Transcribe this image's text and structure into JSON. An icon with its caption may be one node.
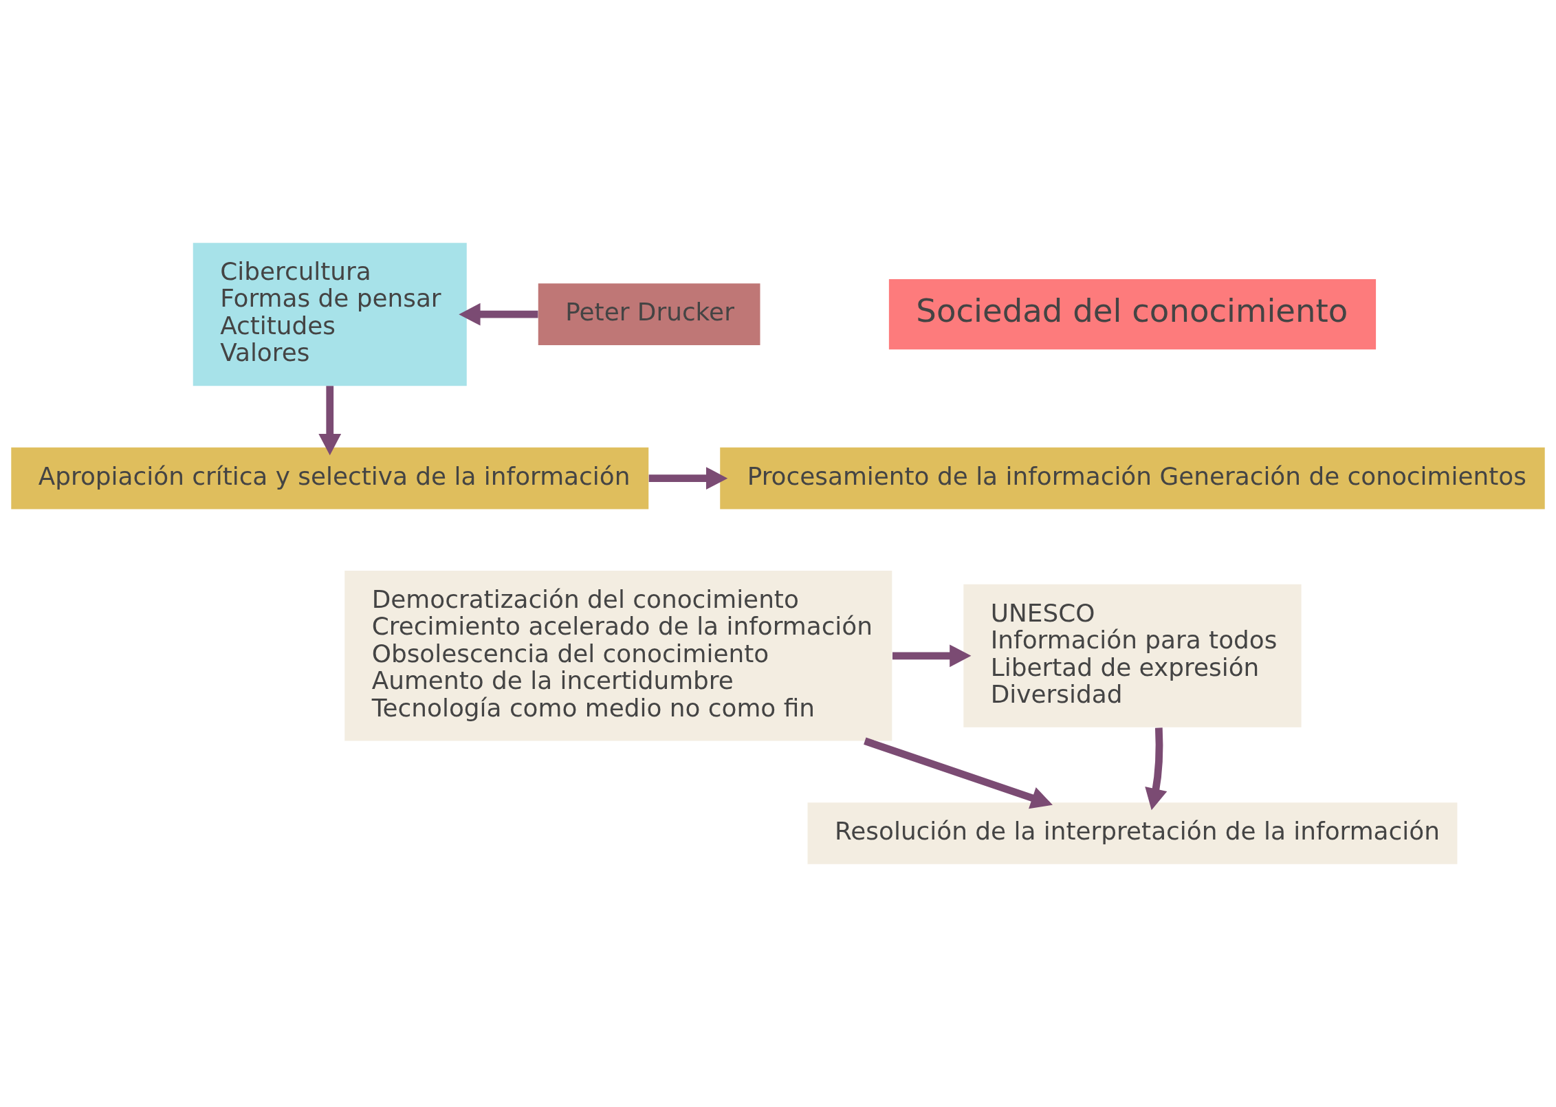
{
  "diagram": {
    "nodes": [
      {
        "text": [
          "Sociedad del conocimiento"
        ]
      },
      {
        "text": [
          "Peter Drucker"
        ]
      },
      {
        "text": [
          "Cibercultura",
          "Formas de pensar",
          "Actitudes",
          "Valores"
        ]
      },
      {
        "text": [
          "Apropiación crítica y selectiva de la información"
        ]
      },
      {
        "text": [
          "Procesamiento de la información Generación de conocimientos"
        ]
      },
      {
        "text": [
          "Democratización del conocimiento",
          "Crecimiento acelerado de la información",
          "Obsolescencia del conocimiento",
          "Aumento de la incertidumbre",
          "Tecnología como medio no como fin"
        ]
      },
      {
        "text": [
          "UNESCO",
          "Información para todos",
          "Libertad de expresión",
          "Diversidad"
        ]
      },
      {
        "text": [
          "Resolución de la interpretación de la información"
        ]
      }
    ],
    "edges": [
      {
        "from": 1,
        "to": 2,
        "arrow": "to"
      },
      {
        "from": 2,
        "to": 3,
        "arrow": "to"
      },
      {
        "from": 3,
        "to": 4,
        "arrow": "to"
      },
      {
        "from": 5,
        "to": 6,
        "arrow": "to"
      },
      {
        "from": 5,
        "to": 7,
        "arrow": "to"
      },
      {
        "from": 6,
        "to": 7,
        "arrow": "to"
      }
    ]
  }
}
